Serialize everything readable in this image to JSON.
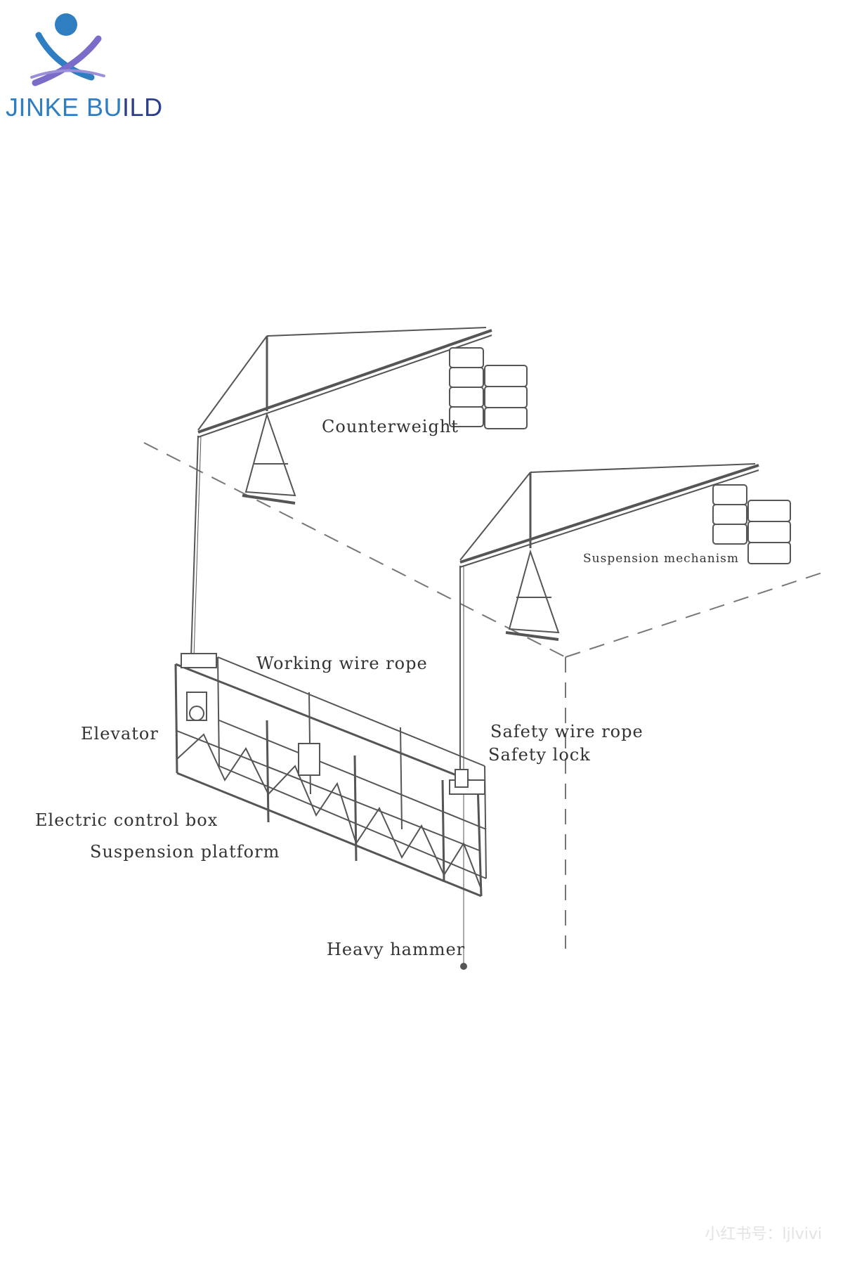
{
  "brand": {
    "name_part1": "JINKE BU",
    "name_part2": "ILD",
    "colors": {
      "blue": "#2f7ec2",
      "navy": "#2b3f8c",
      "purple": "#7a6cc8"
    },
    "icon": "jinke-build-logo"
  },
  "labels": {
    "counterweight": "Counterweight",
    "suspension_mechanism": "Suspension mechanism",
    "working_wire_rope": "Working wire rope",
    "elevator": "Elevator",
    "safety_wire_rope": "Safety wire rope",
    "safety_lock": "Safety lock",
    "electric_control_box": "Electric control box",
    "suspension_platform": "Suspension platform",
    "heavy_hammer": "Heavy hammer"
  },
  "watermark": "小红书号：ljlvivi"
}
